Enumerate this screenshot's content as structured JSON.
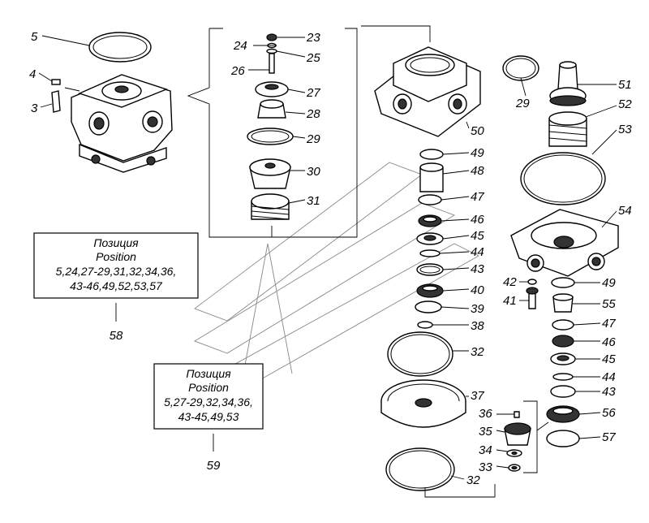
{
  "labels": {
    "l5a": "5",
    "l4": "4",
    "l3": "3",
    "l24": "24",
    "l23": "23",
    "l25": "25",
    "l26": "26",
    "l27": "27",
    "l28": "28",
    "l29a": "29",
    "l30": "30",
    "l31": "31",
    "l49a": "49",
    "l48": "48",
    "l47a": "47",
    "l46a": "46",
    "l45a": "45",
    "l44a": "44",
    "l43a": "43",
    "l40": "40",
    "l39": "39",
    "l38": "38",
    "l32a": "32",
    "l37": "37",
    "l32b": "32",
    "l50": "50",
    "l29b": "29",
    "l51": "51",
    "l52": "52",
    "l53": "53",
    "l54": "54",
    "l42": "42",
    "l41": "41",
    "l49b": "49",
    "l55": "55",
    "l47b": "47",
    "l46b": "46",
    "l45b": "45",
    "l44b": "44",
    "l43b": "43",
    "l36": "36",
    "l56": "56",
    "l35": "35",
    "l57": "57",
    "l34": "34",
    "l33": "33"
  },
  "kits": [
    {
      "line1": "Позиция",
      "line2": "Position",
      "line3": "5,24,27-29,31,32,34,36,",
      "line4": "43-46,49,52,53,57",
      "ref": "58"
    },
    {
      "line1": "Позиция",
      "line2": "Position",
      "line3": "5,27-29,32,34,36,",
      "line4": "43-45,49,53",
      "ref": "59"
    }
  ]
}
